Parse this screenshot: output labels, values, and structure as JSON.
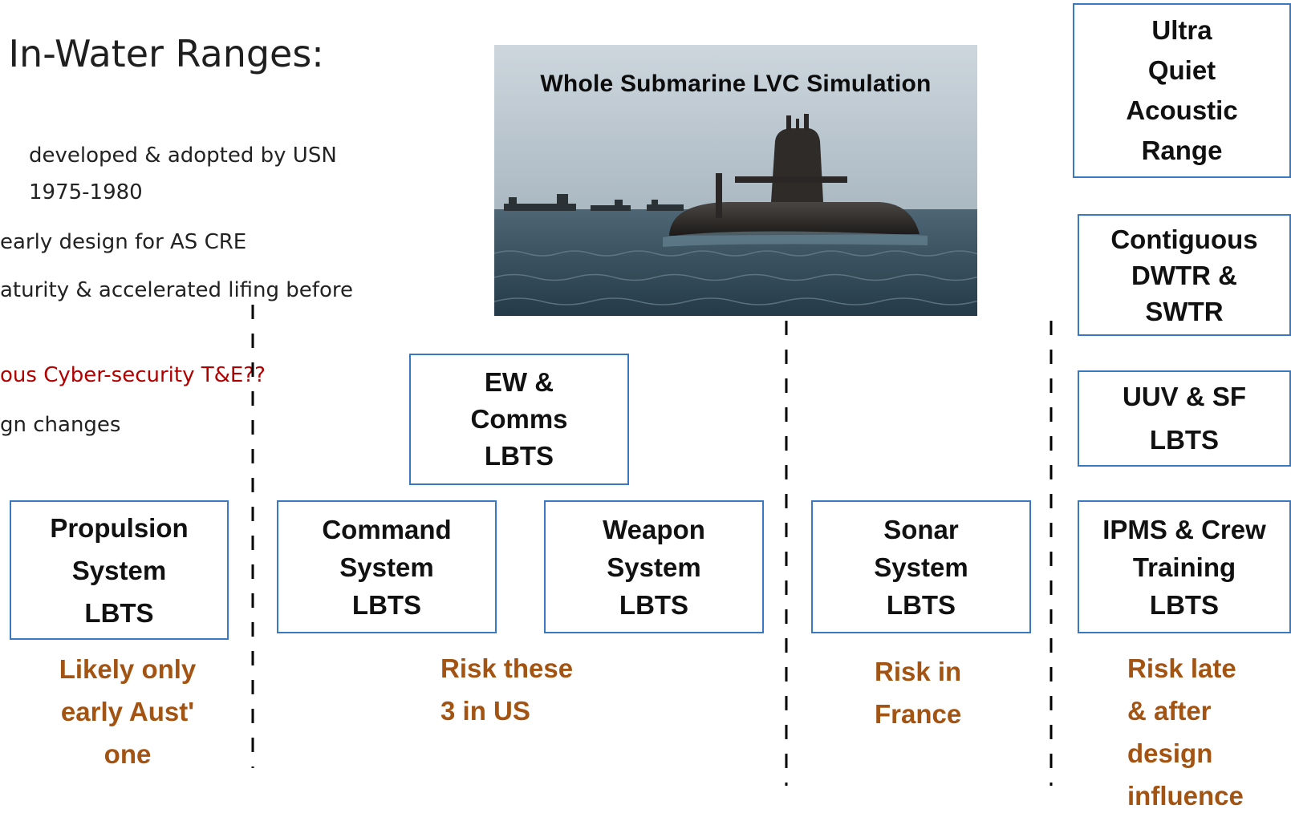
{
  "heading": "& In-Water Ranges:",
  "bullets": [
    {
      "text": "developed & adopted by USN"
    },
    {
      "text": "1975-1980"
    },
    {
      "text": "early design for AS CRE"
    },
    {
      "text": "aturity & accelerated lifing before"
    },
    {
      "text": "ous Cyber-security T&E??"
    },
    {
      "text": "gn changes"
    }
  ],
  "photo": {
    "title": "Whole Submarine LVC Simulation"
  },
  "boxes": {
    "ultra": {
      "lines": [
        "Ultra",
        "Quiet",
        "Acoustic",
        "Range"
      ]
    },
    "contiguous": {
      "lines": [
        "Contiguous",
        "DWTR &",
        "SWTR"
      ]
    },
    "uuv": {
      "lines": [
        "UUV & SF",
        "LBTS"
      ]
    },
    "ew": {
      "lines": [
        "EW &",
        "Comms",
        "LBTS"
      ]
    },
    "propulsion": {
      "lines": [
        "Propulsion",
        "System",
        "LBTS"
      ]
    },
    "command": {
      "lines": [
        "Command",
        "System",
        "LBTS"
      ]
    },
    "weapon": {
      "lines": [
        "Weapon",
        "System",
        "LBTS"
      ]
    },
    "sonar": {
      "lines": [
        "Sonar",
        "System",
        "LBTS"
      ]
    },
    "ipms": {
      "lines": [
        "IPMS & Crew",
        "Training",
        "LBTS"
      ]
    }
  },
  "captions": {
    "aust": [
      "Likely only",
      "early Aust'",
      "one"
    ],
    "us": [
      "Risk these",
      "3 in US"
    ],
    "france": [
      "Risk in",
      "France"
    ],
    "late": [
      "Risk late",
      "& after",
      "design",
      "influence"
    ]
  },
  "colors": {
    "box_border": "#3a78c2",
    "caption": "#a35413",
    "alert_text": "#b00000"
  }
}
